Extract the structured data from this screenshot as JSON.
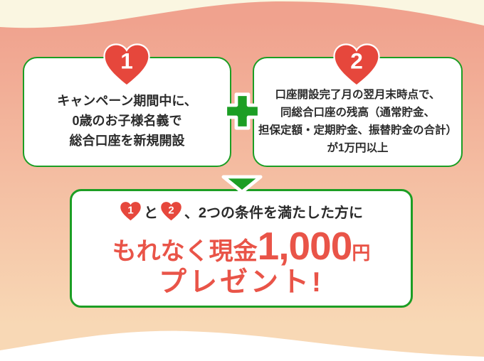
{
  "colors": {
    "background_pink": "#f0a28e",
    "background_peach": "#f8d8b5",
    "top_wave_cream": "#faf6e1",
    "bottom_wave_white": "#ffffff",
    "accent_green": "#1c9e24",
    "heart_red": "#e6473c",
    "prize_text_red": "#e95448",
    "body_text": "#2b2b2b"
  },
  "condition1": {
    "badge": "1",
    "lines": [
      "キャンペーン期間中に、",
      "0歳のお子様名義で",
      "総合口座を新規開設"
    ]
  },
  "operator": {
    "symbol": "plus"
  },
  "condition2": {
    "badge": "2",
    "lines": [
      "口座開設完了月の翌月末時点で、",
      "同総合口座の残高（通常貯金、",
      "担保定額・定期貯金、振替貯金の合計）",
      "が1万円以上"
    ]
  },
  "result": {
    "badge1": "1",
    "connector": "と",
    "badge2": "2",
    "condition_text": "、2つの条件を満たした方に",
    "prize_prefix": "もれなく現金",
    "prize_amount": "1,000",
    "prize_unit": "円",
    "prize_suffix": "プレゼント!"
  }
}
